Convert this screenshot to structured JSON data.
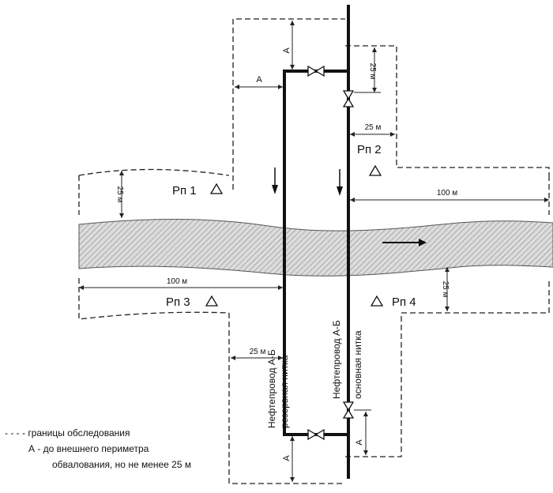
{
  "labels": {
    "zone_1": "Рп 1",
    "zone_2": "Рп 2",
    "zone_3": "Рп 3",
    "zone_4": "Рп 4",
    "dim_25m": "25 м",
    "dim_100m": "100 м",
    "dim_A": "А",
    "pipeline_reserve_name": "Нефтепровод А-Б",
    "pipeline_reserve_kind": "резервная нитка",
    "pipeline_main_name": "Нефтепровод А-Б",
    "pipeline_main_kind": "основная нитка"
  },
  "legend": {
    "line1": "- - - - границы обследования",
    "line2": "А  - до внешнего периметра",
    "line3": "обвалования, но не менее 25 м"
  }
}
